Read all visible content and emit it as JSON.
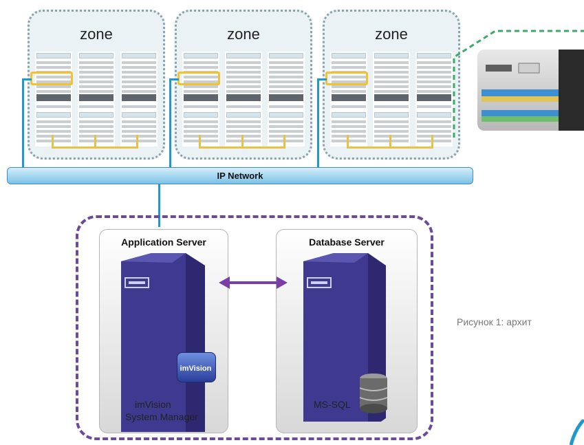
{
  "zones": [
    {
      "label": "zone"
    },
    {
      "label": "zone"
    },
    {
      "label": "zone"
    }
  ],
  "network": {
    "label": "IP Network"
  },
  "servers": {
    "application": {
      "title": "Application Server",
      "app_line1": "imVision",
      "app_line2": "System Manager",
      "badge": "imVision"
    },
    "database": {
      "title": "Database Server",
      "db_label": "MS-SQL"
    }
  },
  "caption": "Рисунок 1: архит",
  "colors": {
    "network_line": "#1f99c9",
    "patch_highlight": "#f2c230",
    "server_group_border": "#6b4a9a",
    "server_body": "#3f3a8f",
    "connector_arrow": "#7a3fa6",
    "photo_link": "#3daa6a"
  },
  "icons": [
    "server-tower-icon",
    "database-cylinder-icon",
    "double-arrow-icon"
  ]
}
